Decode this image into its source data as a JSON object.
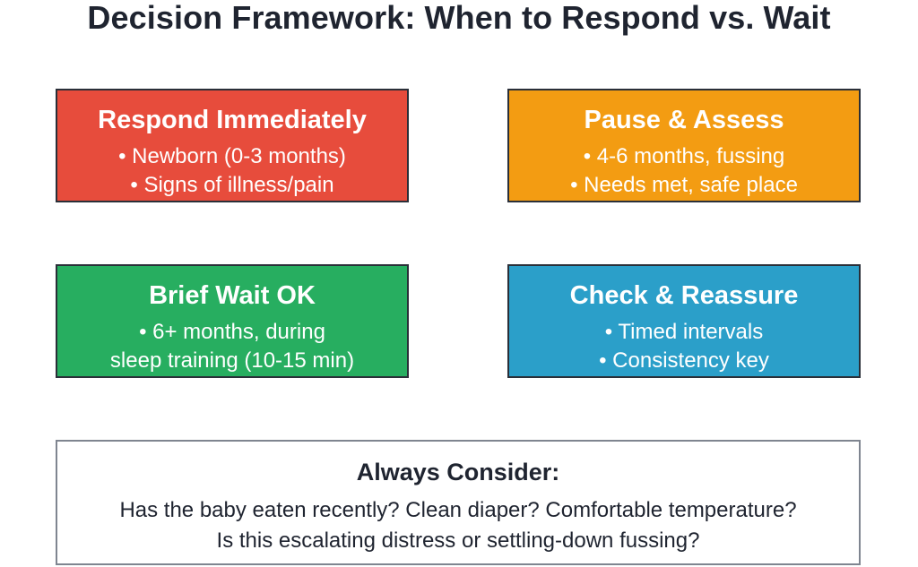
{
  "title": "Decision Framework: When to Respond vs. Wait",
  "boxes": {
    "respond": {
      "heading": "Respond Immediately",
      "lines": [
        "• Newborn (0-3 months)",
        "• Signs of illness/pain"
      ],
      "color": "#e74c3c"
    },
    "pause": {
      "heading": "Pause & Assess",
      "lines": [
        "• 4-6 months, fussing",
        "• Needs met, safe place"
      ],
      "color": "#f39c12"
    },
    "wait": {
      "heading": "Brief Wait OK",
      "lines": [
        "• 6+ months, during",
        "sleep training (10-15 min)"
      ],
      "color": "#27ae60"
    },
    "check": {
      "heading": "Check & Reassure",
      "lines": [
        "• Timed intervals",
        "• Consistency key"
      ],
      "color": "#2b9fc9"
    }
  },
  "consider": {
    "heading": "Always Consider:",
    "lines": [
      "Has the baby eaten recently? Clean diaper? Comfortable temperature?",
      "Is this escalating distress or settling-down fussing?"
    ]
  }
}
